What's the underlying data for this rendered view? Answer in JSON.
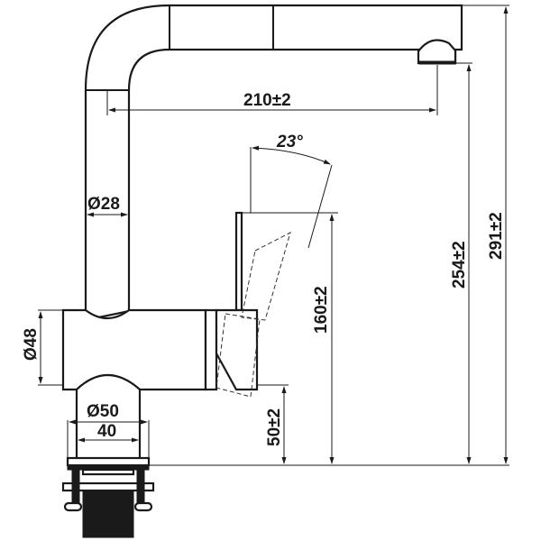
{
  "drawing": {
    "subject": "Kitchen faucet technical dimension drawing",
    "units": "mm",
    "dimensions": {
      "spout_reach": "210±2",
      "handle_angle": "23°",
      "column_diameter": "Ø28",
      "body_diameter": "Ø48",
      "base_diameter": "Ø50",
      "mount_width": "40",
      "handle_height": "160±2",
      "body_height": "50±2",
      "outlet_height": "254±2",
      "total_height": "291±2"
    },
    "colors": {
      "line": "#1a1a1a",
      "background": "#ffffff"
    }
  }
}
